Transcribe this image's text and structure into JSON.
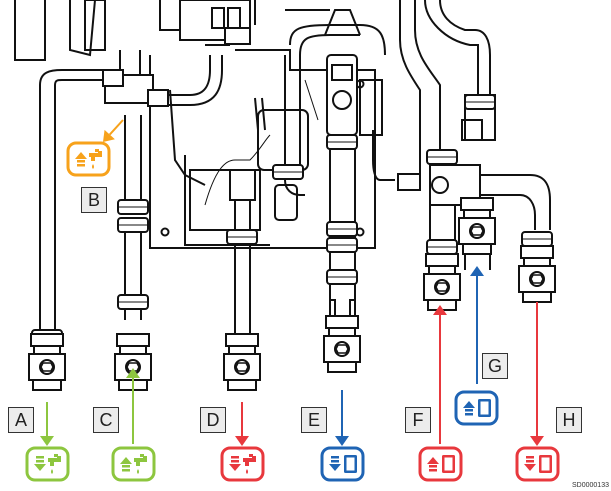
{
  "callouts": [
    {
      "letter": "A",
      "color": "#8dc63f",
      "direction": "down",
      "symbol": "tap"
    },
    {
      "letter": "B",
      "color": "#f7a21b",
      "direction": "up",
      "symbol": "tap"
    },
    {
      "letter": "C",
      "color": "#8dc63f",
      "direction": "up",
      "symbol": "tap"
    },
    {
      "letter": "D",
      "color": "#e8383d",
      "direction": "down",
      "symbol": "tap"
    },
    {
      "letter": "E",
      "color": "#1f64b4",
      "direction": "down",
      "symbol": "tank"
    },
    {
      "letter": "F",
      "color": "#e8383d",
      "direction": "up",
      "symbol": "tank"
    },
    {
      "letter": "G",
      "color": "#1f64b4",
      "direction": "up",
      "symbol": "tank"
    },
    {
      "letter": "H",
      "color": "#e8383d",
      "direction": "down",
      "symbol": "tank"
    }
  ],
  "doc_code": "SD0000133"
}
